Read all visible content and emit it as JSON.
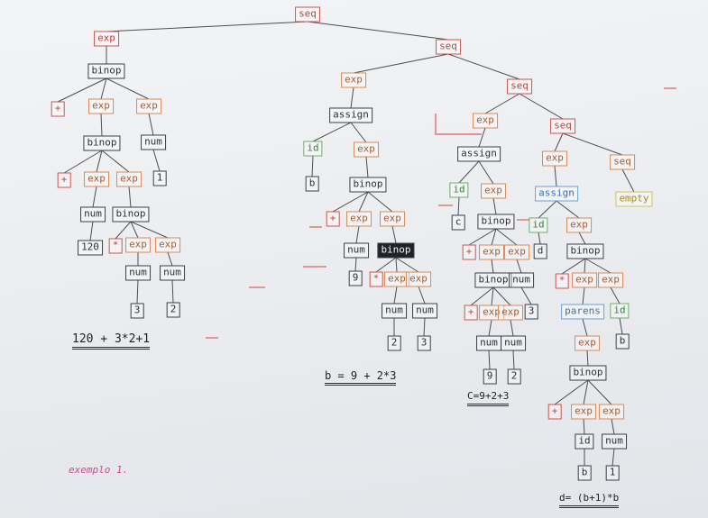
{
  "diagram": {
    "caption": "exemplo 1.",
    "expressions": {
      "tree1": "120 + 3*2+1",
      "tree2": "b = 9 + 2*3",
      "tree3": "C=9+2+3",
      "tree4": "d= (b+1)*b"
    },
    "nodes": {
      "n_seq_root": "seq",
      "n_exp_a": "exp",
      "n_binop_a": "binop",
      "n_plus_a": "+",
      "n_exp_a1": "exp",
      "n_exp_a2": "exp",
      "n_binop_a1": "binop",
      "n_num_a2": "num",
      "n_one_a": "1",
      "n_plus_a1": "+",
      "n_exp_a11": "exp",
      "n_exp_a12": "exp",
      "n_num_a11": "num",
      "n_binop_a12": "binop",
      "n_120": "120",
      "n_star_a": "*",
      "n_exp_a121": "exp",
      "n_exp_a122": "exp",
      "n_num_a121": "num",
      "n_num_a122": "num",
      "n_3a": "3",
      "n_2a": "2",
      "n_seq_2": "seq",
      "n_exp_b": "exp",
      "n_assign_b": "assign",
      "n_id_b": "id",
      "n_exp_b2": "exp",
      "n_b_leaf": "b",
      "n_binop_b": "binop",
      "n_plus_b": "+",
      "n_exp_b1": "exp",
      "n_exp_b3": "exp",
      "n_num_b1": "num",
      "n_binop_b3": "binop",
      "n_9b": "9",
      "n_star_b": "*",
      "n_exp_b31": "exp",
      "n_exp_b32": "exp",
      "n_num_b31": "num",
      "n_num_b32": "num",
      "n_2b": "2",
      "n_3b": "3",
      "n_seq_3": "seq",
      "n_exp_c": "exp",
      "n_assign_c": "assign",
      "n_id_c": "id",
      "n_exp_c2": "exp",
      "n_c_leaf": "c",
      "n_binop_c": "binop",
      "n_plus_c": "+",
      "n_exp_c1": "exp",
      "n_exp_c3": "exp",
      "n_binop_c1": "binop",
      "n_num_c3": "num",
      "n_plus_c1": "+",
      "n_exp_c11": "exp",
      "n_exp_c12": "exp",
      "n_3c": "3",
      "n_num_c11": "num",
      "n_num_c12": "num",
      "n_9c": "9",
      "n_2c": "2",
      "n_seq_4": "seq",
      "n_exp_d": "exp",
      "n_assign_d": "assign",
      "n_id_d": "id",
      "n_exp_d2": "exp",
      "n_d_leaf": "d",
      "n_binop_d": "binop",
      "n_star_d": "*",
      "n_exp_d1": "exp",
      "n_exp_d3": "exp",
      "n_parens_d": "parens",
      "n_id_d3": "id",
      "n_exp_d11": "exp",
      "n_b_d3": "b",
      "n_binop_d11": "binop",
      "n_plus_d": "+",
      "n_exp_d111": "exp",
      "n_exp_d112": "exp",
      "n_id_d111": "id",
      "n_num_d112": "num",
      "n_b_d111": "b",
      "n_1d": "1",
      "n_seq_5": "seq",
      "n_empty": "empty"
    }
  }
}
